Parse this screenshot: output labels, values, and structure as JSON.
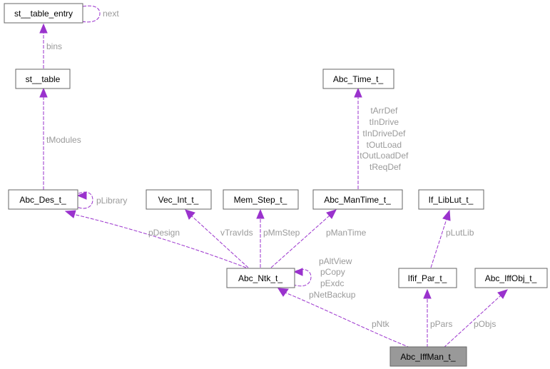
{
  "nodes": {
    "st_table_entry": "st__table_entry",
    "st_table": "st__table",
    "abc_time": "Abc_Time_t_",
    "abc_des": "Abc_Des_t_",
    "vec_int": "Vec_Int_t_",
    "mem_step": "Mem_Step_t_",
    "abc_mantime": "Abc_ManTime_t_",
    "if_liblut": "If_LibLut_t_",
    "abc_ntk": "Abc_Ntk_t_",
    "ifif_par": "Ifif_Par_t_",
    "abc_iffobj": "Abc_IffObj_t_",
    "abc_iffman": "Abc_IffMan_t_"
  },
  "edges": {
    "next": "next",
    "bins": "bins",
    "tModules": "tModules",
    "pLibrary": "pLibrary",
    "mantime_labels": [
      "tArrDef",
      "tInDrive",
      "tInDriveDef",
      "tOutLoad",
      "tOutLoadDef",
      "tReqDef"
    ],
    "pDesign": "pDesign",
    "vTravIds": "vTravIds",
    "pMmStep": "pMmStep",
    "pManTime": "pManTime",
    "ntk_self_labels": [
      "pAltView",
      "pCopy",
      "pExdc",
      "pNetBackup"
    ],
    "pLutLib": "pLutLib",
    "pNtk": "pNtk",
    "pPars": "pPars",
    "pObjs": "pObjs"
  }
}
